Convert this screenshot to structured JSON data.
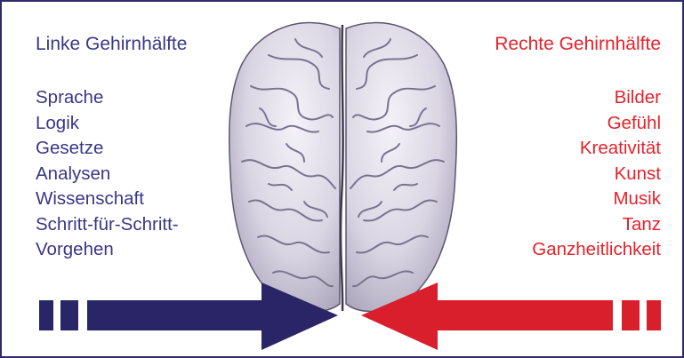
{
  "left_hemisphere": {
    "title": "Linke Gehirnhälfte",
    "items": [
      "Sprache",
      "Logik",
      "Gesetze",
      "Analysen",
      "Wissenschaft",
      "Schritt-für-Schritt-",
      "Vorgehen"
    ],
    "color": "#3a3785",
    "arrow_color": "#2a2566"
  },
  "right_hemisphere": {
    "title": "Rechte Gehirnhälfte",
    "items": [
      "Bilder",
      "Gefühl",
      "Kreativität",
      "Kunst",
      "Musik",
      "Tanz",
      "Ganzheitlichkeit"
    ],
    "color": "#e5222a",
    "arrow_color": "#d91e2c"
  },
  "illustration": "brain-top-view"
}
